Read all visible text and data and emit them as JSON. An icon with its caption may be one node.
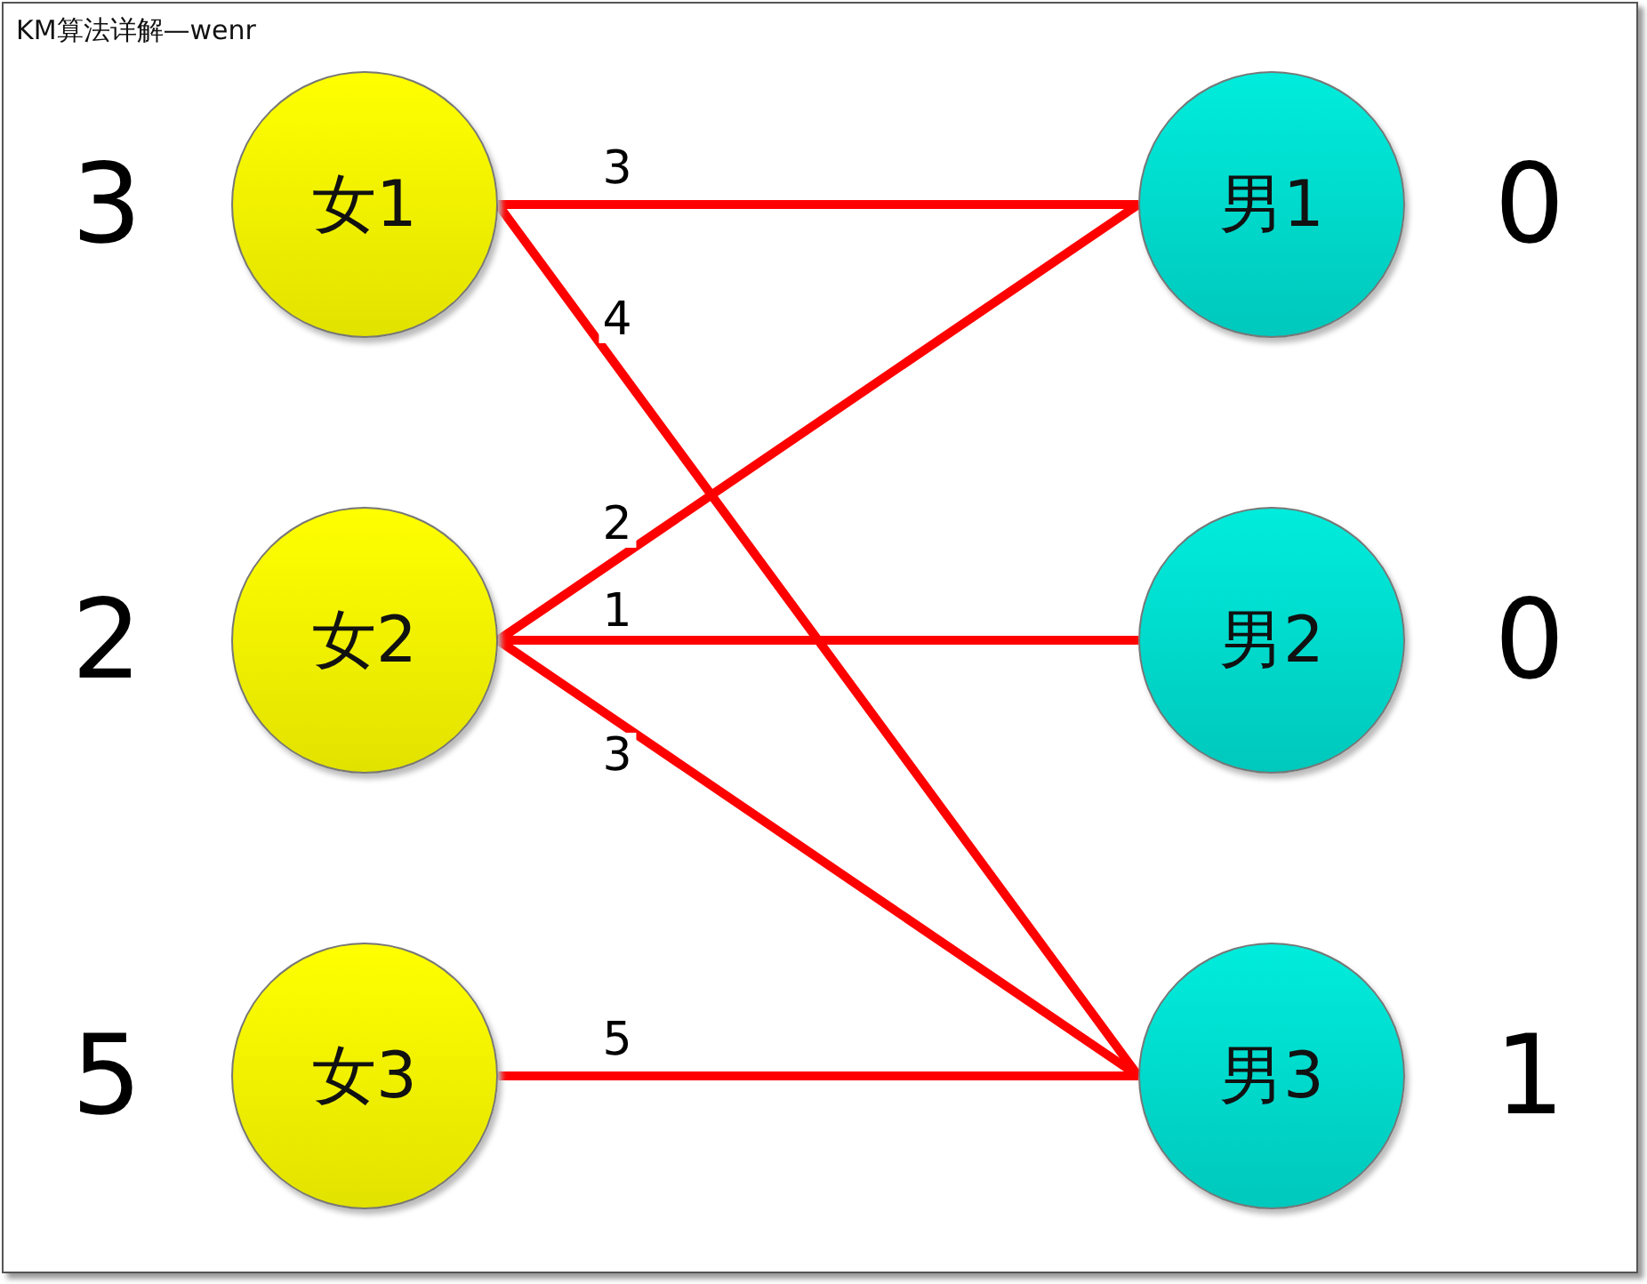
{
  "diagram": {
    "title": "KM算法详解—wenr",
    "nodes": [
      {
        "text": [
          "女1"
        ],
        "beside": [
          "3"
        ]
      },
      {
        "text": [
          "女2"
        ],
        "beside": [
          "2"
        ]
      },
      {
        "text": [
          "女3"
        ],
        "beside": [
          "5"
        ]
      },
      {
        "text": [
          "男1"
        ],
        "beside": [
          "0"
        ]
      },
      {
        "text": [
          "男2"
        ],
        "beside": [
          "0"
        ]
      },
      {
        "text": [
          "男3"
        ],
        "beside": [
          "1"
        ]
      }
    ],
    "edges": [
      {
        "from": 0,
        "to": 3,
        "arrow": "none",
        "label": "3"
      },
      {
        "from": 0,
        "to": 5,
        "arrow": "none",
        "label": "4"
      },
      {
        "from": 1,
        "to": 3,
        "arrow": "none",
        "label": "2"
      },
      {
        "from": 1,
        "to": 4,
        "arrow": "none",
        "label": "1"
      },
      {
        "from": 1,
        "to": 5,
        "arrow": "none",
        "label": "3"
      },
      {
        "from": 2,
        "to": 5,
        "arrow": "none",
        "label": "5"
      }
    ]
  }
}
